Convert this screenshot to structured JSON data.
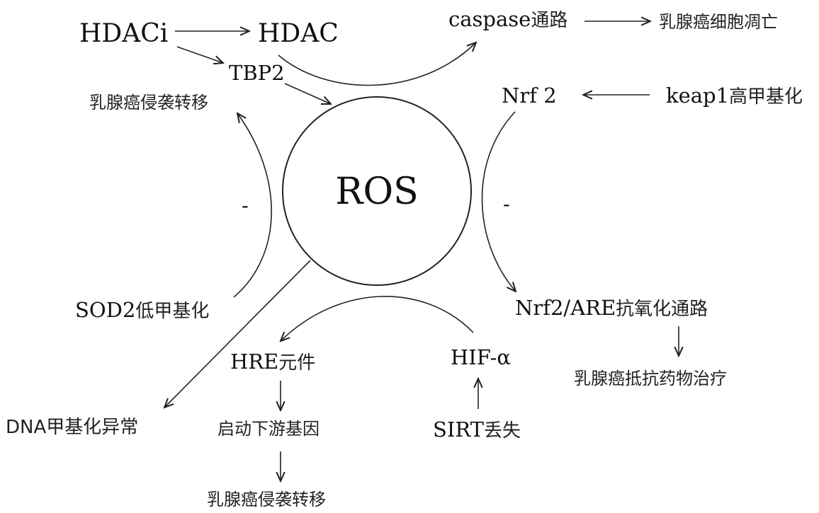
{
  "diagram": {
    "center": {
      "label": "ROS"
    },
    "nodes": {
      "hdaci": "HDACi",
      "hdac": "HDAC",
      "tbp2": "TBP2",
      "metastasis_top": "乳腺癌侵袭转移",
      "caspase_prefix": "caspase",
      "caspase_suffix": "通路",
      "apoptosis": "乳腺癌细胞凋亡",
      "nrf2": "Nrf 2",
      "keap1_prefix": "keap1",
      "keap1_suffix": "高甲基化",
      "minus_left": "-",
      "minus_right": "-",
      "sod2_prefix": "SOD2",
      "sod2_suffix": "低甲基化",
      "nrf2are_prefix": "Nrf2/ARE",
      "nrf2are_suffix": "抗氧化通路",
      "resistance": "乳腺癌抵抗药物治疗",
      "hre_prefix": "HRE",
      "hre_suffix": "元件",
      "hif": "HIF-α",
      "dna": "DNA甲基化异常",
      "promoter": "启动下游基因",
      "sirt_prefix": "SIRT",
      "sirt_suffix": "丢失",
      "metastasis_bottom": "乳腺癌侵袭转移"
    }
  }
}
